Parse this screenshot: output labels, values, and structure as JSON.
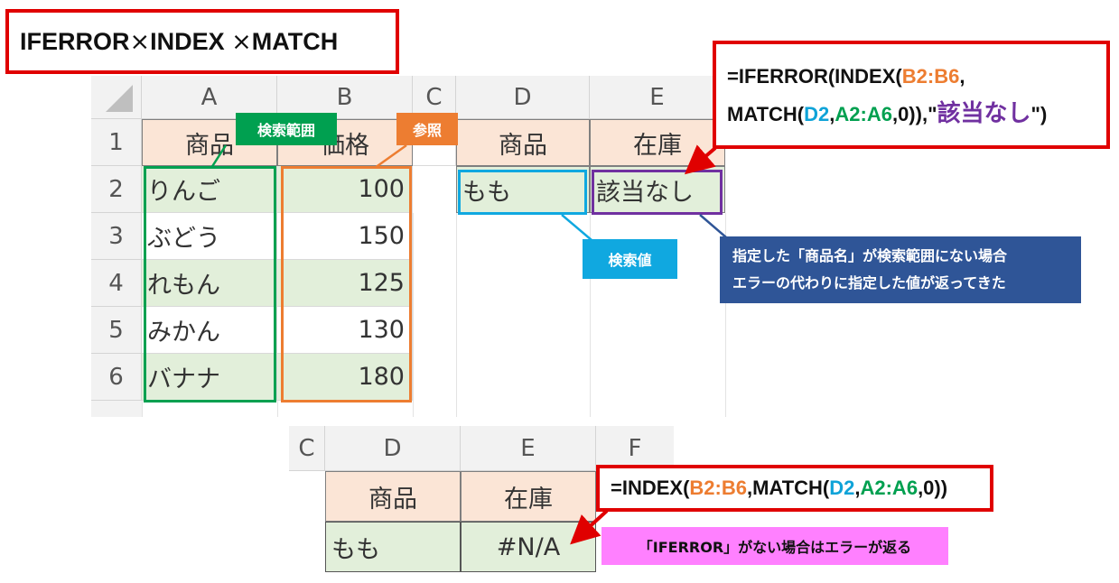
{
  "title": {
    "part1": "IFERROR",
    "times1": "×",
    "part2": "INDEX",
    "times2": "×",
    "part3": "MATCH"
  },
  "sheet": {
    "columns": [
      "A",
      "B",
      "C",
      "D",
      "E"
    ],
    "rows": [
      "1",
      "2",
      "3",
      "4",
      "5",
      "6"
    ],
    "headers": {
      "a1": "商品",
      "b1": "価格",
      "d1": "商品",
      "e1": "在庫"
    },
    "products": [
      "りんご",
      "ぶどう",
      "れもん",
      "みかん",
      "バナナ"
    ],
    "prices": [
      "100",
      "150",
      "125",
      "130",
      "180"
    ],
    "lookup_value": "もも",
    "result": "該当なし"
  },
  "sheet2": {
    "columns": [
      "C",
      "D",
      "E",
      "F"
    ],
    "headers": {
      "d": "商品",
      "e": "在庫"
    },
    "lookup_value": "もも",
    "result": "#N/A"
  },
  "callouts": {
    "search_range": "検索範囲",
    "reference": "参照",
    "search_value": "検索値",
    "note_line1": "指定した「商品名」が検索範囲にない場合",
    "note_line2": "エラーの代わりに指定した値が返ってきた",
    "no_iferror_note": "「IFERROR」がない場合はエラーが返る"
  },
  "formula1": {
    "l1_a": "=IFERROR(INDEX(",
    "l1_b": "B2:B6",
    "l1_c": ",",
    "l2_a": "MATCH(",
    "l2_b": "D2",
    "l2_c": ",",
    "l2_d": "A2:A6",
    "l2_e": ",0)),\"",
    "l2_f": "該当なし",
    "l2_g": "\")"
  },
  "formula2": {
    "a": "=INDEX(",
    "b": "B2:B6",
    "c": ",MATCH(",
    "d": "D2",
    "e": ",",
    "f": "A2:A6",
    "g": ",0))"
  },
  "colors": {
    "red_border": "#e00000",
    "green_tag": "#00a050",
    "orange_tag": "#ed7d31",
    "blue_tag": "#10a8e0",
    "note_bg": "#2f5597",
    "pink_bg": "#ff80ff"
  }
}
